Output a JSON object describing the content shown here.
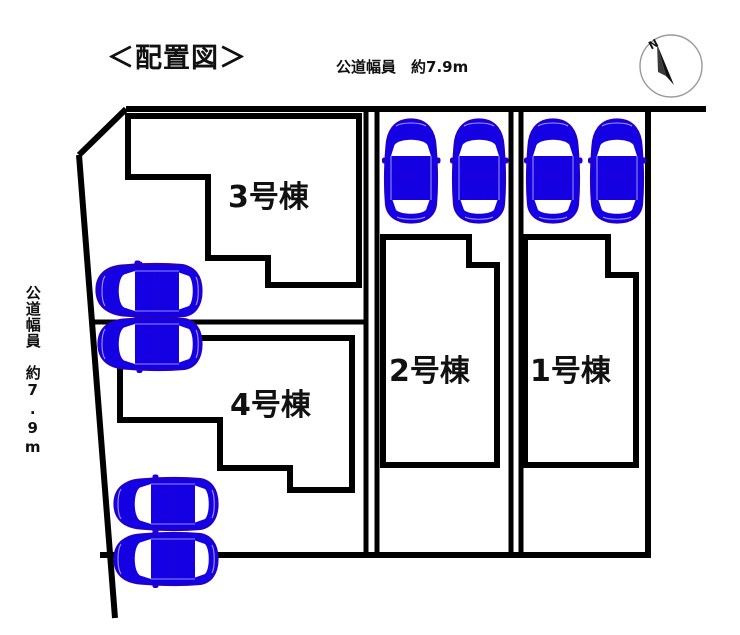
{
  "diagram": {
    "title": "＜配置図＞",
    "road_top_label": "公道幅員　約7.9m",
    "road_left_label": "公道幅員　約7.9m",
    "compass": {
      "north_label": "N",
      "icon": "compass-rose-icon"
    },
    "colors": {
      "car_blue": "#1500e4",
      "outline_black": "#000000",
      "background_white": "#ffffff",
      "text_black": "#111111"
    },
    "plots": [
      {
        "id": "plot-1",
        "label": "1号棟",
        "parking_spaces": 2,
        "parking_orientation": "vertical"
      },
      {
        "id": "plot-2",
        "label": "2号棟",
        "parking_spaces": 2,
        "parking_orientation": "vertical"
      },
      {
        "id": "plot-3",
        "label": "3号棟",
        "parking_spaces": 2,
        "parking_orientation": "horizontal"
      },
      {
        "id": "plot-4",
        "label": "4号棟",
        "parking_spaces": 2,
        "parking_orientation": "horizontal"
      }
    ],
    "cars": [
      {
        "name": "car-plot3-upper",
        "orientation": "horizontal",
        "facing": "left"
      },
      {
        "name": "car-plot3-lower",
        "orientation": "horizontal",
        "facing": "left"
      },
      {
        "name": "car-plot4-upper",
        "orientation": "horizontal",
        "facing": "left"
      },
      {
        "name": "car-plot4-lower",
        "orientation": "horizontal",
        "facing": "left"
      },
      {
        "name": "car-plot2-left",
        "orientation": "vertical",
        "facing": "up"
      },
      {
        "name": "car-plot2-right",
        "orientation": "vertical",
        "facing": "up"
      },
      {
        "name": "car-plot1-left",
        "orientation": "vertical",
        "facing": "up"
      },
      {
        "name": "car-plot1-right",
        "orientation": "vertical",
        "facing": "up"
      }
    ]
  }
}
